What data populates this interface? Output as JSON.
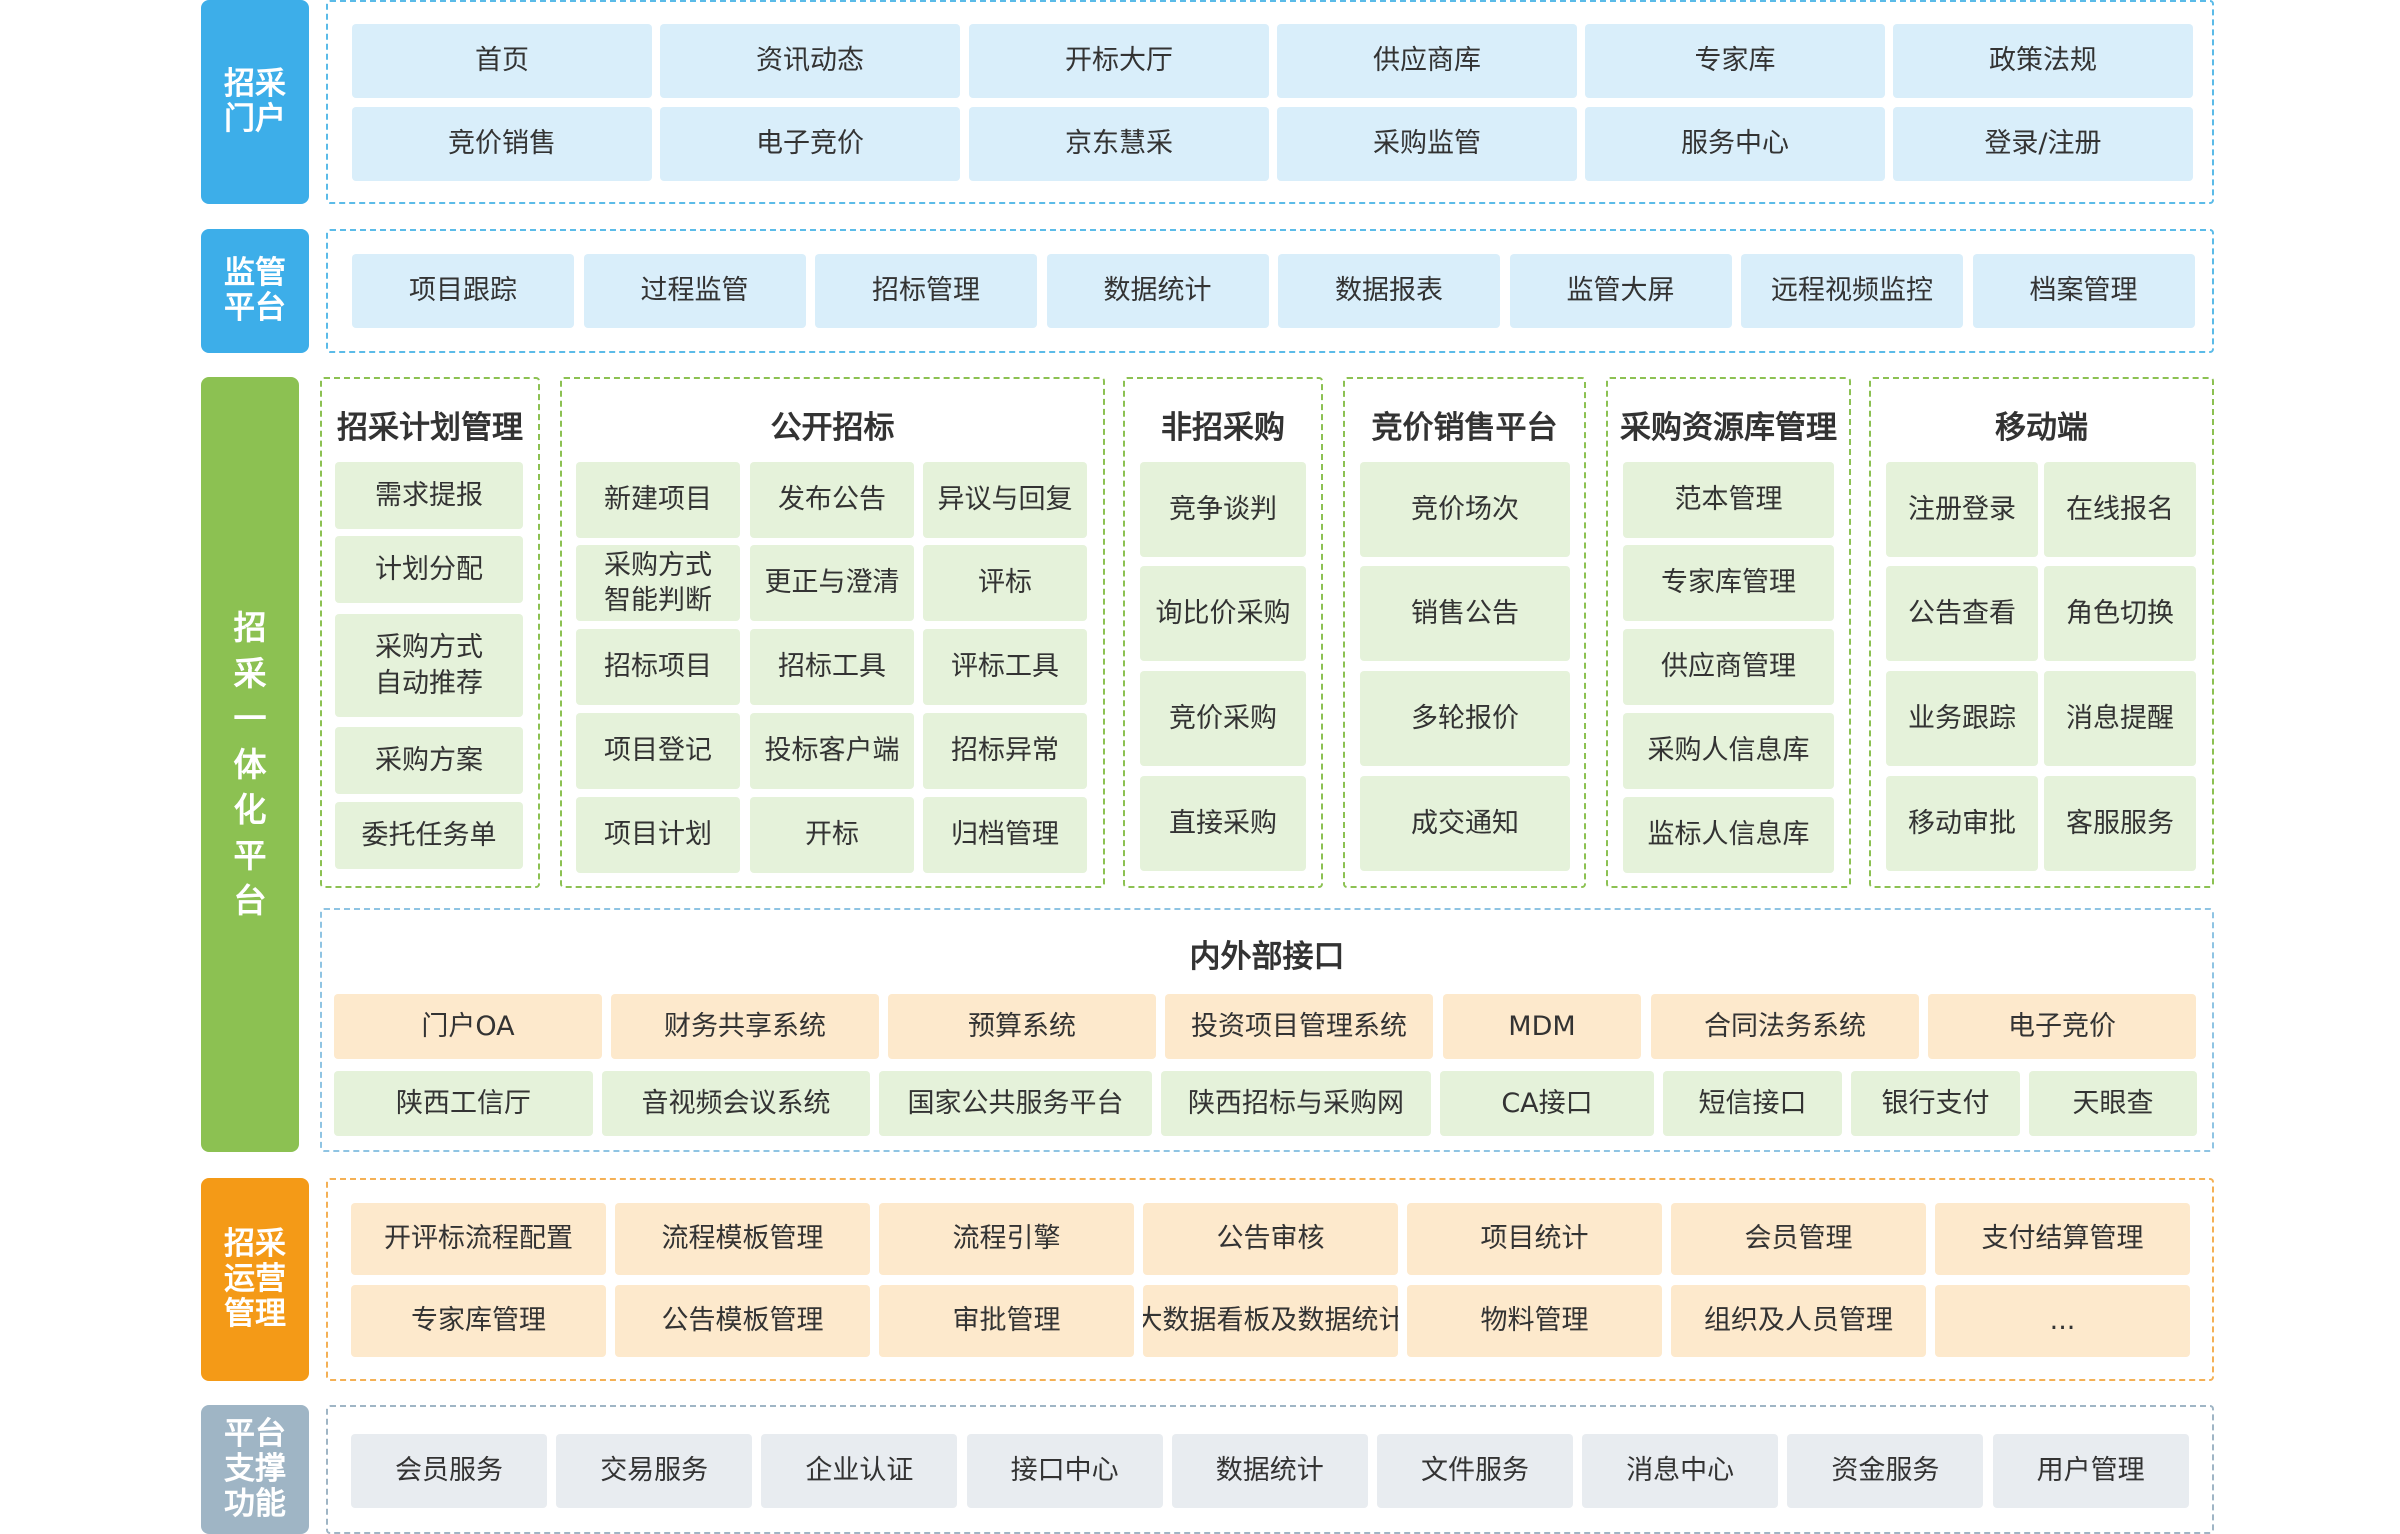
{
  "portal": {
    "label": "招采\n门户",
    "color": "#3daee9",
    "items": [
      "首页",
      "资讯动态",
      "开标大厅",
      "供应商库",
      "专家库",
      "政策法规",
      "竞价销售",
      "电子竞价",
      "京东慧采",
      "采购监管",
      "服务中心",
      "登录/注册"
    ]
  },
  "supervision": {
    "label": "监管\n平台",
    "color": "#3daee9",
    "items": [
      "项目跟踪",
      "过程监管",
      "招标管理",
      "数据统计",
      "数据报表",
      "监管大屏",
      "远程视频监控",
      "档案管理"
    ]
  },
  "platform": {
    "label": "招\n采\n一\n体\n化\n平\n台",
    "color": "#8cc152",
    "groups": [
      {
        "title": "招采计划管理",
        "items": [
          "需求提报",
          "计划分配",
          "采购方式\n自动推荐",
          "采购方案",
          "委托任务单"
        ]
      },
      {
        "title": "公开招标",
        "items": [
          "新建项目",
          "发布公告",
          "异议与回复",
          "采购方式\n智能判断",
          "更正与澄清",
          "评标",
          "招标项目",
          "招标工具",
          "评标工具",
          "项目登记",
          "投标客户端",
          "招标异常",
          "项目计划",
          "开标",
          "归档管理"
        ]
      },
      {
        "title": "非招采购",
        "items": [
          "竞争谈判",
          "询比价采购",
          "竞价采购",
          "直接采购"
        ]
      },
      {
        "title": "竞价销售平台",
        "items": [
          "竞价场次",
          "销售公告",
          "多轮报价",
          "成交通知"
        ]
      },
      {
        "title": "采购资源库管理",
        "items": [
          "范本管理",
          "专家库管理",
          "供应商管理",
          "采购人信息库",
          "监标人信息库"
        ]
      },
      {
        "title": "移动端",
        "items": [
          "注册登录",
          "在线报名",
          "公告查看",
          "角色切换",
          "业务跟踪",
          "消息提醒",
          "移动审批",
          "客服服务"
        ]
      }
    ],
    "interface": {
      "title": "内外部接口",
      "row1": [
        "门户OA",
        "财务共享系统",
        "预算系统",
        "投资项目管理系统",
        "MDM",
        "合同法务系统",
        "电子竞价"
      ],
      "row2": [
        "陕西工信厅",
        "音视频会议系统",
        "国家公共服务平台",
        "陕西招标与采购网",
        "CA接口",
        "短信接口",
        "银行支付",
        "天眼查"
      ]
    }
  },
  "operations": {
    "label": "招采\n运营\n管理",
    "color": "#f49a17",
    "items": [
      "开评标流程配置",
      "流程模板管理",
      "流程引擎",
      "公告审核",
      "项目统计",
      "会员管理",
      "支付结算管理",
      "专家库管理",
      "公告模板管理",
      "审批管理",
      "大数据看板及数据统计",
      "物料管理",
      "组织及人员管理",
      "..."
    ]
  },
  "support": {
    "label": "平台\n支撑\n功能",
    "color": "#9fb5c5",
    "items": [
      "会员服务",
      "交易服务",
      "企业认证",
      "接口中心",
      "数据统计",
      "文件服务",
      "消息中心",
      "资金服务",
      "用户管理"
    ]
  }
}
